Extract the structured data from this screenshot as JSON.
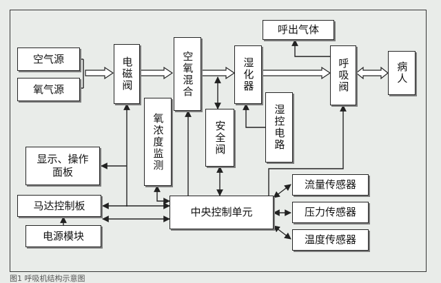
{
  "blocks": {
    "air_source": "空气源",
    "oxygen_source": "氧气源",
    "solenoid_valve": "电磁阀",
    "air_oxygen_mixing": "空氧混合",
    "humidifier": "湿化器",
    "exhaled_gas": "呼出气体",
    "breathing_valve": "呼吸阀",
    "patient": "病人",
    "oxygen_monitor": "氧浓度监测",
    "safety_valve": "安全阀",
    "humidity_control_circuit": "湿控电路",
    "display_operation_panel": "显示、操作面板",
    "motor_control_board": "马达控制板",
    "power_module": "电源模块",
    "central_control_unit": "中央控制单元",
    "flow_sensor": "流量传感器",
    "pressure_sensor": "压力传感器",
    "temperature_sensor": "温度传感器"
  },
  "caption": "图1 呼吸机结构示意图",
  "colors": {
    "background": "#e9ece9",
    "box": "#ffffff",
    "line": "#222222",
    "shadow": "#7d7d7d"
  }
}
